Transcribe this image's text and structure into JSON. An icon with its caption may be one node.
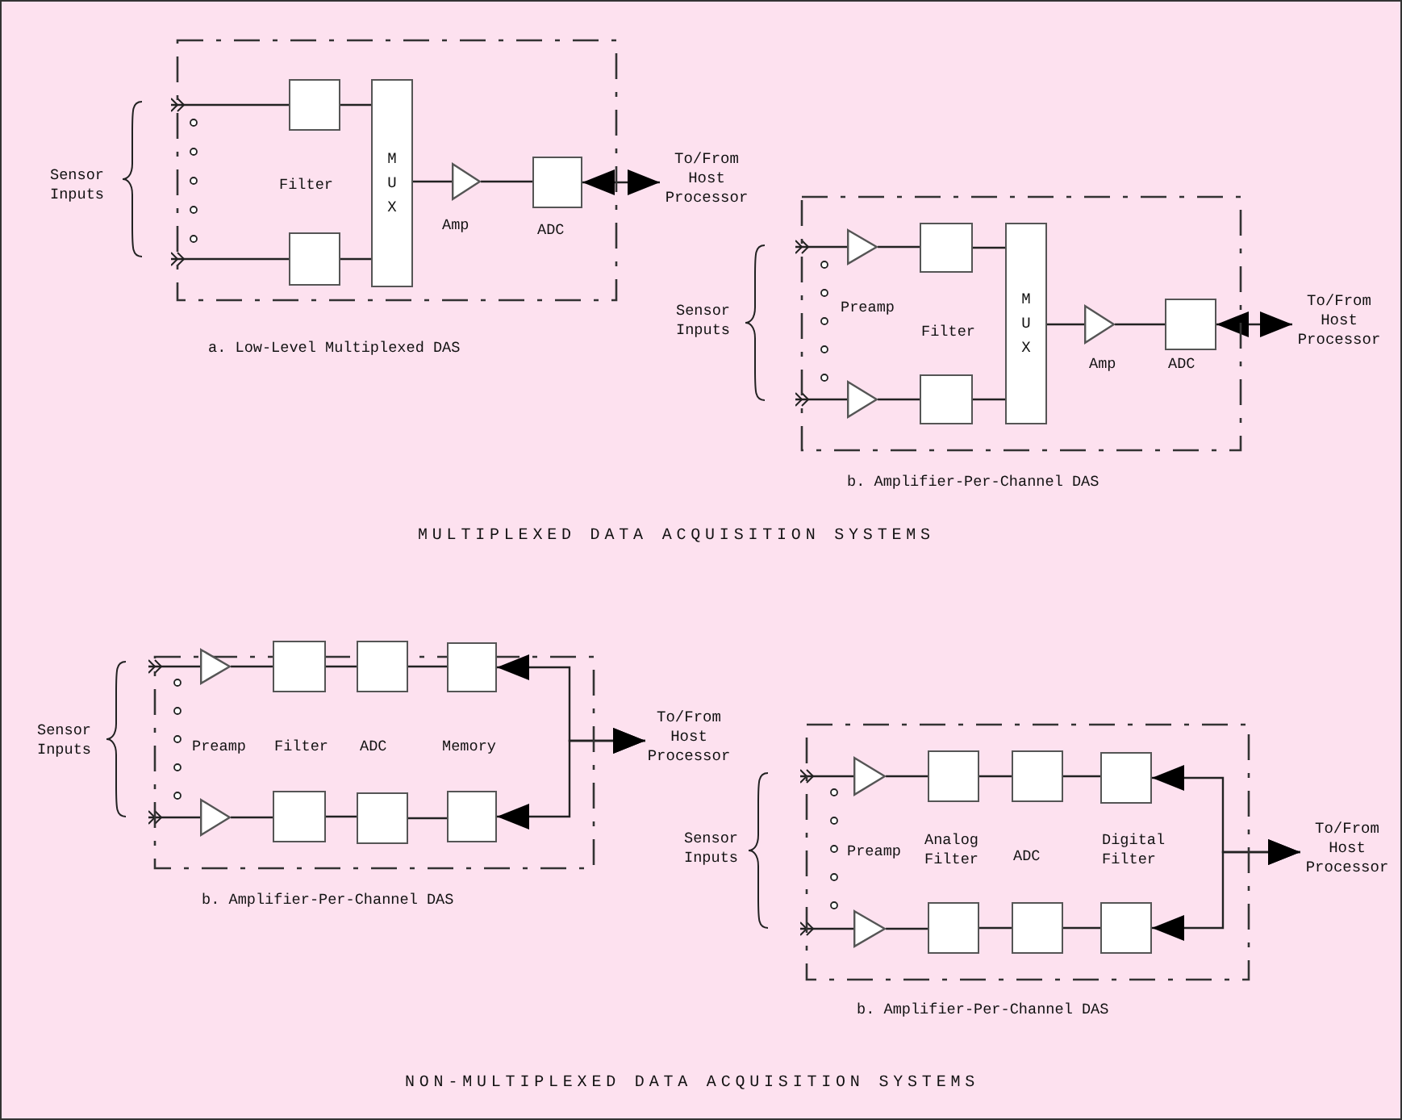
{
  "diagram": {
    "nodes": [
      {
        "text": [],
        "shape": "box",
        "beside": [
          "a. Low-Level Multiplexed DAS"
        ]
      },
      {
        "text": [],
        "shape": "box",
        "in": 0
      },
      {
        "text": [],
        "shape": "box",
        "in": 0
      },
      {
        "text": [
          "MUX"
        ],
        "in": 0
      },
      {
        "text": [],
        "shape": "triangle",
        "in": 0,
        "beside": [
          "Amp"
        ]
      },
      {
        "text": [],
        "shape": "box",
        "in": 0,
        "beside": [
          "ADC"
        ]
      },
      {
        "text": [
          "To/From Host Processor"
        ]
      },
      {
        "text": [],
        "shape": "box",
        "beside": [
          "b. Amplifier-Per-Channel DAS"
        ]
      },
      {
        "text": [],
        "shape": "triangle",
        "in": 7
      },
      {
        "text": [],
        "shape": "triangle",
        "in": 7
      },
      {
        "text": [],
        "shape": "box",
        "in": 7
      },
      {
        "text": [],
        "shape": "box",
        "in": 7
      },
      {
        "text": [
          "MUX"
        ],
        "in": 7
      },
      {
        "text": [],
        "shape": "triangle",
        "in": 7,
        "beside": [
          "Amp"
        ]
      },
      {
        "text": [],
        "shape": "box",
        "in": 7,
        "beside": [
          "ADC"
        ]
      },
      {
        "text": [
          "To/From Host Processor"
        ]
      },
      {
        "text": [],
        "shape": "box",
        "beside": [
          "b. Amplifier-Per-Channel DAS"
        ]
      },
      {
        "text": [],
        "shape": "triangle",
        "in": 16
      },
      {
        "text": [],
        "shape": "triangle",
        "in": 16
      },
      {
        "text": [],
        "shape": "box",
        "in": 16
      },
      {
        "text": [],
        "shape": "box",
        "in": 16
      },
      {
        "text": [],
        "shape": "box",
        "in": 16
      },
      {
        "text": [],
        "shape": "box",
        "in": 16
      },
      {
        "text": [],
        "shape": "box",
        "in": 16
      },
      {
        "text": [],
        "shape": "box",
        "in": 16
      },
      {
        "text": [
          "To/From Host Processor"
        ]
      },
      {
        "text": [],
        "shape": "box",
        "beside": [
          "b. Amplifier-Per-Channel DAS"
        ]
      },
      {
        "text": [],
        "shape": "triangle",
        "in": 26
      },
      {
        "text": [],
        "shape": "triangle",
        "in": 26
      },
      {
        "text": [],
        "shape": "box",
        "in": 26
      },
      {
        "text": [],
        "shape": "box",
        "in": 26
      },
      {
        "text": [],
        "shape": "box",
        "in": 26
      },
      {
        "text": [],
        "shape": "box",
        "in": 26
      },
      {
        "text": [],
        "shape": "box",
        "in": 26
      },
      {
        "text": [],
        "shape": "box",
        "in": 26
      },
      {
        "text": [
          "To/From Host Processor"
        ]
      }
    ],
    "edges": [
      {
        "from": null,
        "to": 1,
        "arrow": "other"
      },
      {
        "from": null,
        "to": 2,
        "arrow": "other"
      },
      {
        "from": 1,
        "to": 3,
        "arrow": "none"
      },
      {
        "from": 2,
        "to": 3,
        "arrow": "none"
      },
      {
        "from": 3,
        "to": 4,
        "arrow": "none"
      },
      {
        "from": 4,
        "to": 5,
        "arrow": "none"
      },
      {
        "from": 5,
        "to": 6,
        "arrow": "both"
      },
      {
        "from": null,
        "to": 8,
        "arrow": "other"
      },
      {
        "from": null,
        "to": 9,
        "arrow": "other"
      },
      {
        "from": 8,
        "to": 10,
        "arrow": "none"
      },
      {
        "from": 9,
        "to": 11,
        "arrow": "none"
      },
      {
        "from": 10,
        "to": 12,
        "arrow": "none"
      },
      {
        "from": 11,
        "to": 12,
        "arrow": "none"
      },
      {
        "from": 12,
        "to": 13,
        "arrow": "none"
      },
      {
        "from": 13,
        "to": 14,
        "arrow": "none"
      },
      {
        "from": 14,
        "to": 15,
        "arrow": "both"
      },
      {
        "from": null,
        "to": 17,
        "arrow": "other"
      },
      {
        "from": 17,
        "to": 19,
        "arrow": "none"
      },
      {
        "from": 19,
        "to": 21,
        "arrow": "none"
      },
      {
        "from": 21,
        "to": 23,
        "arrow": "none"
      },
      {
        "from": 23,
        "to": 25,
        "arrow": "both"
      },
      {
        "from": null,
        "to": 18,
        "arrow": "other"
      },
      {
        "from": 18,
        "to": 20,
        "arrow": "none"
      },
      {
        "from": 20,
        "to": 22,
        "arrow": "none"
      },
      {
        "from": 22,
        "to": 24,
        "arrow": "none"
      },
      {
        "from": 24,
        "to": 25,
        "arrow": "both"
      },
      {
        "from": null,
        "to": 27,
        "arrow": "other"
      },
      {
        "from": 27,
        "to": 29,
        "arrow": "none"
      },
      {
        "from": 29,
        "to": 31,
        "arrow": "none"
      },
      {
        "from": 31,
        "to": 33,
        "arrow": "none"
      },
      {
        "from": 33,
        "to": 35,
        "arrow": "both"
      },
      {
        "from": null,
        "to": 28,
        "arrow": "other"
      },
      {
        "from": 28,
        "to": 30,
        "arrow": "none"
      },
      {
        "from": 30,
        "to": 32,
        "arrow": "none"
      },
      {
        "from": 32,
        "to": 34,
        "arrow": "none"
      },
      {
        "from": 34,
        "to": 35,
        "arrow": "both"
      }
    ],
    "labels": [
      "Sensor Inputs",
      "Filter",
      "Sensor Inputs",
      "Preamp",
      "Filter",
      "MULTIPLEXED DATA ACQUISITION SYSTEMS",
      "Sensor Inputs",
      "Preamp",
      "Filter",
      "ADC",
      "Memory",
      "Sensor Inputs",
      "Preamp",
      "Analog Filter",
      "ADC",
      "Digital Filter",
      "NON-MULTIPLEXED DATA ACQUISITION SYSTEMS"
    ]
  }
}
